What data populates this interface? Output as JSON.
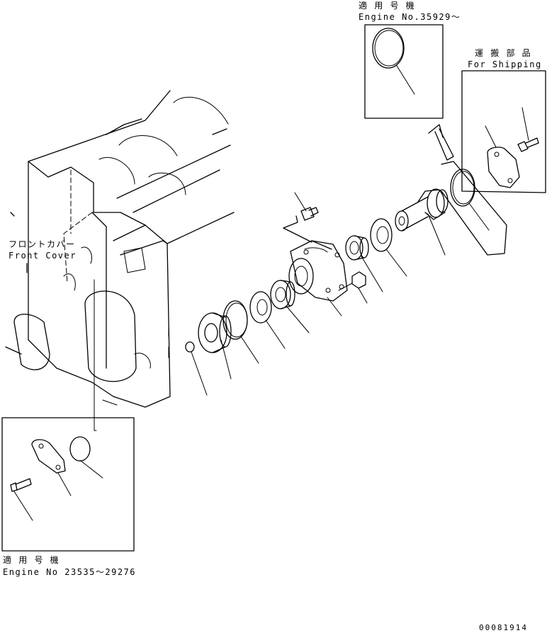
{
  "labels": {
    "top_applicable_jp": "適 用 号 機",
    "top_engine_no": "Engine No.35929～",
    "shipping_jp": "運 搬 部 品",
    "shipping_en": "For Shipping",
    "front_cover_jp": "フロントカバー",
    "front_cover_en": "Front Cover",
    "bottom_applicable_jp": "適 用 号 機",
    "bottom_engine_no": "Engine No 23535～29276",
    "drawing_number": "00081914"
  }
}
